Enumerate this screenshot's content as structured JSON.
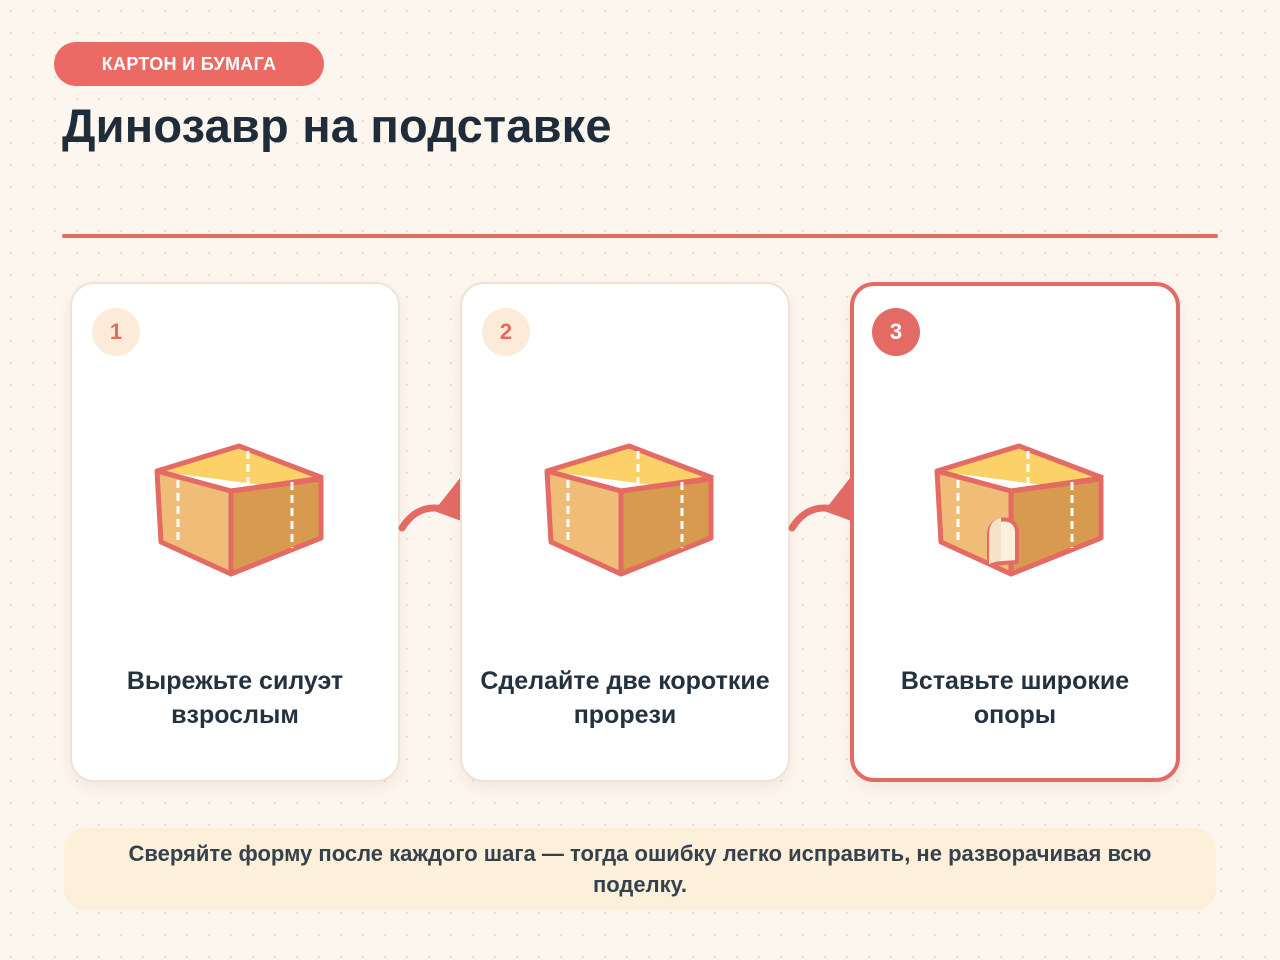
{
  "category": "КАРТОН И БУМАГА",
  "title": "Динозавр на подставке",
  "steps": [
    {
      "number": "1",
      "caption": "Вырежьте силуэт взрослым",
      "active": false
    },
    {
      "number": "2",
      "caption": "Сделайте две короткие прорези",
      "active": false
    },
    {
      "number": "3",
      "caption": "Вставьте широкие опоры",
      "active": true
    }
  ],
  "tip": "Сверяйте форму после каждого шага — тогда ошибку легко исправить, не разворачивая всю поделку.",
  "icons": {
    "box": "cardboard-box-icon",
    "box_with_door": "cardboard-box-with-door-icon",
    "arrow": "curved-arrow-icon"
  },
  "colors": {
    "accent": "#e46a64",
    "box_top": "#fcd167",
    "box_left": "#f0bd78",
    "box_right": "#d89a4e",
    "badge_bg": "#fdebd9",
    "tip_bg": "#fdf0db",
    "title": "#1f2d3a",
    "page_bg": "#fdf6ef"
  }
}
